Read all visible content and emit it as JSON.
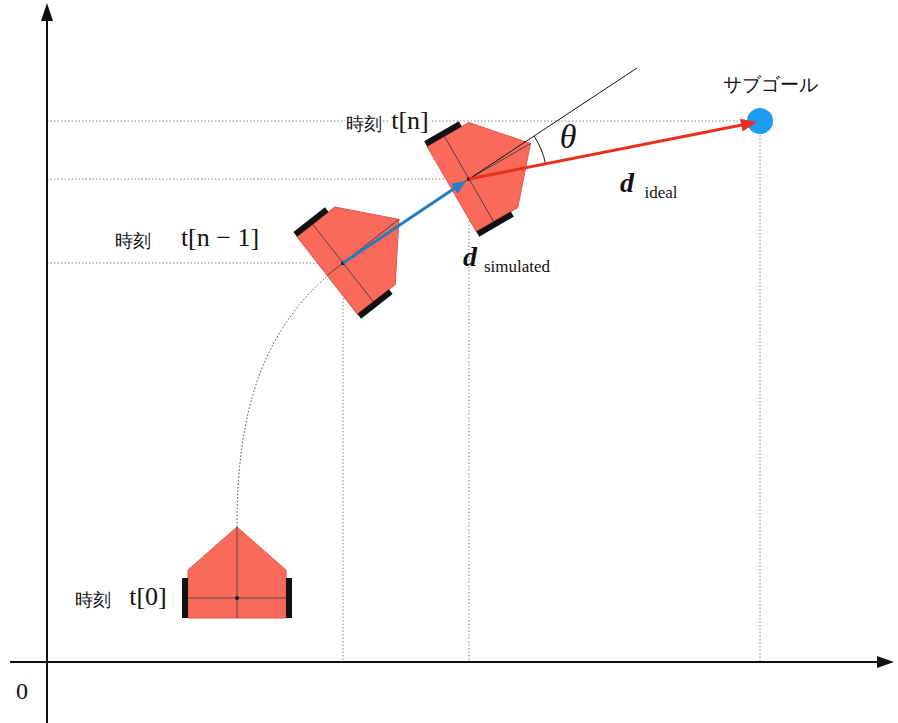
{
  "diagram": {
    "labels": [
      "サブゴール",
      "時刻",
      "t[n]",
      "θ",
      "d",
      "ideal",
      "時刻",
      "t[n − 1]",
      "d",
      "simulated",
      "時刻",
      "t[0]",
      "0"
    ]
  }
}
